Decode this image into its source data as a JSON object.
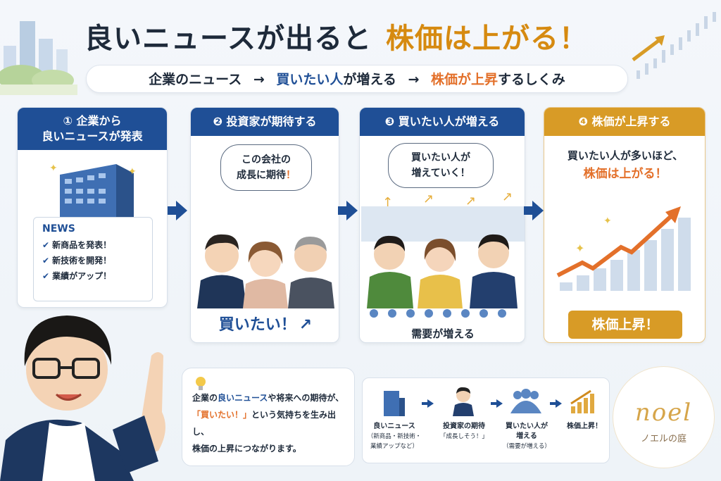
{
  "header": {
    "title_main": "良いニュースが出ると",
    "title_accent": "株価は上がる！"
  },
  "subtitle": {
    "part1": "企業のニュース",
    "arrow": "→",
    "part2_blue": "買いたい人",
    "part2_rest": "が増える",
    "part3_orange": "株価が上昇",
    "part3_rest": "するしくみ"
  },
  "steps": [
    {
      "label_line1": "① 企業から",
      "label_line2": "良いニュースが発表"
    },
    {
      "label": "❷ 投資家が期待する"
    },
    {
      "label": "❸ 買いたい人が増える"
    },
    {
      "label": "❹ 株価が上昇する"
    }
  ],
  "news": {
    "title": "NEWS",
    "items": [
      "新商品を発表！",
      "新技術を開発！",
      "業績がアップ！"
    ]
  },
  "investor": {
    "bubble_line1": "この会社の",
    "bubble_line2_plain": "成長に期待",
    "bubble_line2_mark": "！",
    "caption": "買いたい！"
  },
  "buyers": {
    "bubble_line1": "買いたい人が",
    "bubble_line2": "増えていく！",
    "caption": "需要が増える"
  },
  "price": {
    "line1": "買いたい人が多いほど、",
    "line2": "株価は上がる！",
    "button": "株価上昇！"
  },
  "explain": {
    "l1_a": "企業の",
    "l1_b": "良いニュース",
    "l1_c": "や将来への期待が、",
    "l2_a": "「買いたい！」",
    "l2_b": "という気持ちを生み出し、",
    "l3": "株価の上昇につながります。"
  },
  "flow": [
    {
      "label": "良いニュース",
      "sub1": "（新商品・新技術・",
      "sub2": "業績アップなど）"
    },
    {
      "label": "投資家の期待",
      "sub1": "「成長しそう！」",
      "sub2": ""
    },
    {
      "label": "買いたい人が",
      "label2": "増える",
      "sub1": "（需要が増える）",
      "sub2": ""
    },
    {
      "label": "株価上昇！",
      "sub1": "",
      "sub2": ""
    }
  ],
  "logo": {
    "script": "noel",
    "subtitle": "ノエルの庭"
  },
  "colors": {
    "navy": "#1f4f96",
    "gold": "#d89b26",
    "orange": "#e3702a"
  }
}
